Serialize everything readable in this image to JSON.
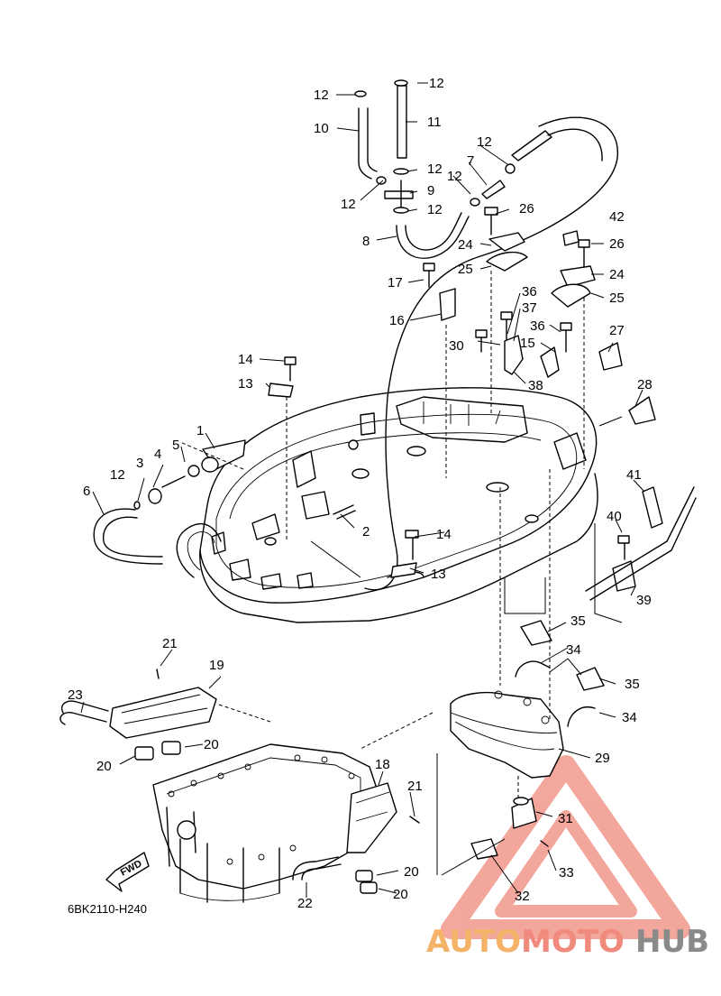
{
  "diagram": {
    "drawing_code": "6BK2110-H240",
    "direction_label": "FWD",
    "callouts": [
      "1",
      "2",
      "3",
      "4",
      "5",
      "6",
      "7",
      "8",
      "9",
      "10",
      "11",
      "12",
      "13",
      "14",
      "15",
      "16",
      "17",
      "18",
      "19",
      "20",
      "21",
      "22",
      "23",
      "24",
      "25",
      "26",
      "27",
      "28",
      "29",
      "30",
      "31",
      "32",
      "33",
      "34",
      "35",
      "36",
      "37",
      "38",
      "39",
      "40",
      "41",
      "42"
    ]
  },
  "watermark": {
    "part1": "AUTO",
    "part2": "MOTO",
    "part3": "HUB",
    "colors": {
      "primary": "#f08a7c",
      "secondary": "#f5b36a",
      "dark": "#8a8a8a"
    }
  }
}
